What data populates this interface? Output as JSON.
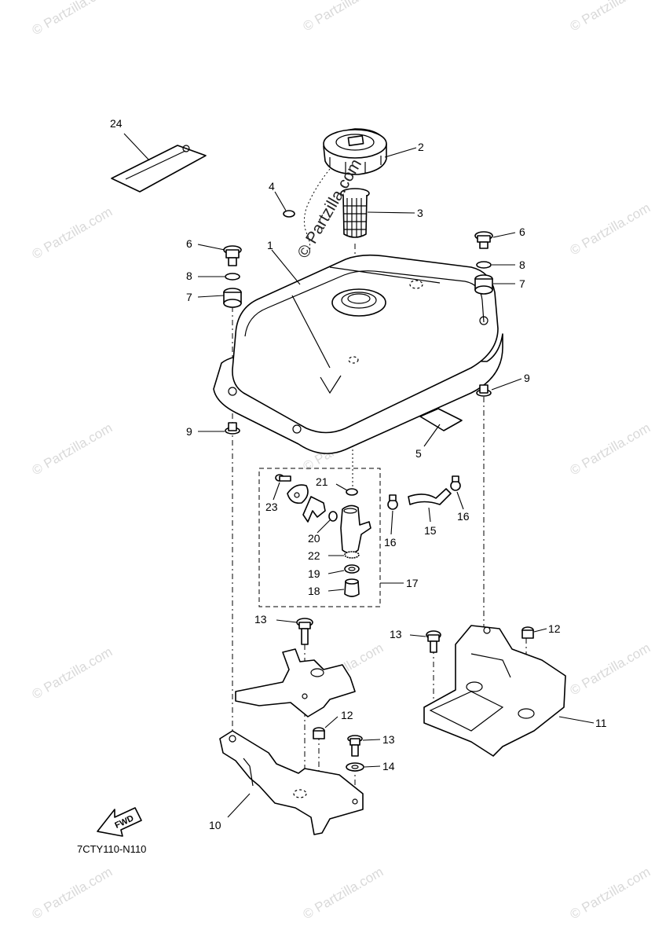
{
  "watermark": {
    "text": "© Partzilla.com",
    "center_text": "© Partzilla.com"
  },
  "diagram_code": "7CTY110-N110",
  "fwd_label": "FWD",
  "callouts": {
    "c1": "1",
    "c2": "2",
    "c3": "3",
    "c4": "4",
    "c5": "5",
    "c6a": "6",
    "c6b": "6",
    "c7a": "7",
    "c7b": "7",
    "c8a": "8",
    "c8b": "8",
    "c9a": "9",
    "c9b": "9",
    "c10": "10",
    "c11": "11",
    "c12a": "12",
    "c12b": "12",
    "c13a": "13",
    "c13b": "13",
    "c13c": "13",
    "c14": "14",
    "c15": "15",
    "c16a": "16",
    "c16b": "16",
    "c17": "17",
    "c18": "18",
    "c19": "19",
    "c20": "20",
    "c21": "21",
    "c22": "22",
    "c23": "23",
    "c24": "24"
  }
}
